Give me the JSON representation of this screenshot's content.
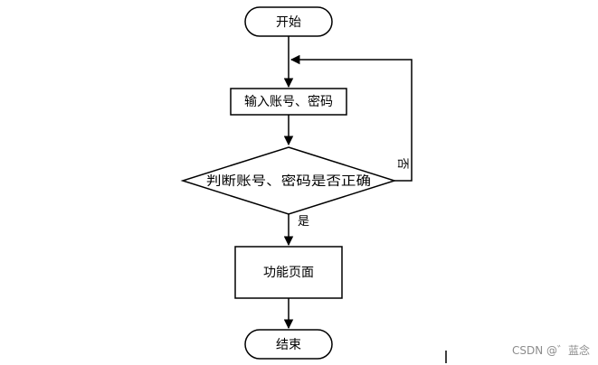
{
  "diagram": {
    "nodes": {
      "start": "开始",
      "input": "输入账号、密码",
      "decision": "判断账号、密码是否正确",
      "function_page": "功能页面",
      "end": "结束"
    },
    "edges": {
      "yes_label": "是",
      "no_label": "否"
    }
  },
  "watermark": "CSDN @゛蓝念"
}
